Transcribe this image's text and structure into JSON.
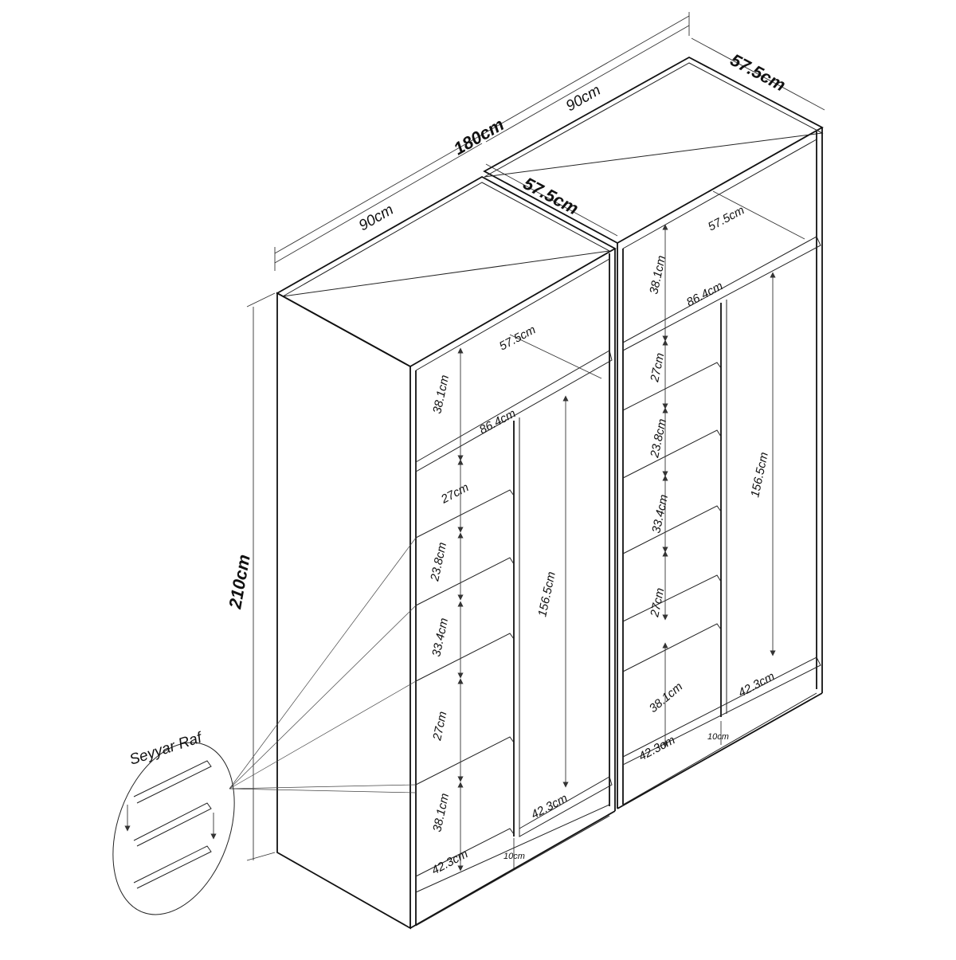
{
  "dimensions": {
    "total_width": "180cm",
    "unit_width_left": "90cm",
    "unit_width_right": "90cm",
    "depth_left": "57.5cm",
    "depth_right": "57.5cm",
    "height": "210cm"
  },
  "left_unit": {
    "top_compartment_depth": "57.5cm",
    "top_compartment_height": "38.1cm",
    "inner_width": "86.4cm",
    "shelf_heights": [
      "27cm",
      "23.8cm",
      "33.4cm",
      "27cm",
      "38.1cm"
    ],
    "hanging_height": "156.5cm",
    "hanging_width": "42.3cm",
    "shelf_column_width": "42.3cm",
    "plinth_height": "10cm"
  },
  "right_unit": {
    "top_compartment_depth": "57.5cm",
    "top_compartment_height": "38.1cm",
    "inner_width": "86.4cm",
    "shelf_heights": [
      "27cm",
      "23.8cm",
      "33.4cm",
      "27cm",
      "38.1cm"
    ],
    "hanging_height": "156.5cm",
    "hanging_width": "42.3cm",
    "shelf_column_width": "42.3cm",
    "plinth_height": "10cm"
  },
  "callout": {
    "label": "Seyyar Raf"
  }
}
